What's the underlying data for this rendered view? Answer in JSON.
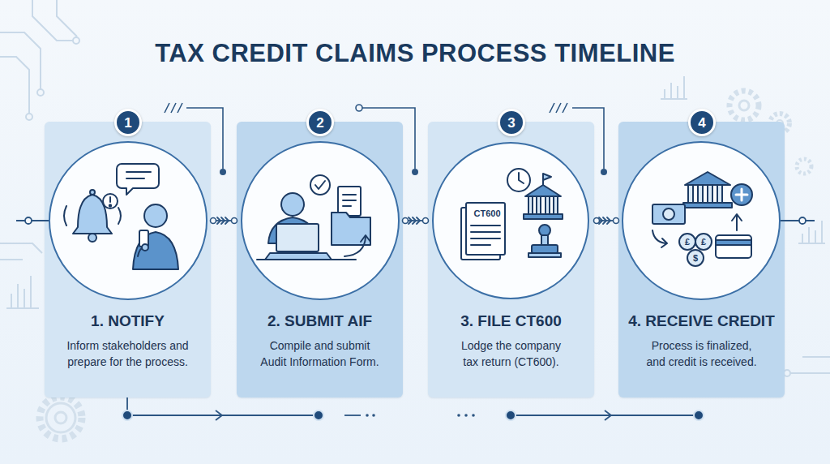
{
  "diagram": {
    "title": "TAX CREDIT CLAIMS PROCESS TIMELINE",
    "nodes": [
      {
        "text": [
          "1. NOTIFY",
          "Inform stakeholders and prepare for the process."
        ]
      },
      {
        "text": [
          "1"
        ],
        "in": 0
      },
      {
        "text": [
          "2. SUBMIT AIF",
          "Compile and submit Audit Information Form."
        ]
      },
      {
        "text": [
          "2"
        ],
        "in": 2
      },
      {
        "text": [
          "3. FILE CT600",
          "Lodge the company tax return (CT600)."
        ]
      },
      {
        "text": [
          "3"
        ],
        "in": 4
      },
      {
        "text": [
          "CT600"
        ],
        "in": 4
      },
      {
        "text": [
          "4. RECEIVE CREDIT",
          "Process is finalized, and credit is received."
        ]
      },
      {
        "text": [
          "4"
        ],
        "in": 7
      }
    ],
    "edges": [
      {
        "from": 0,
        "to": 2,
        "arrow": "to"
      },
      {
        "from": 2,
        "to": 4,
        "arrow": "to"
      },
      {
        "from": 4,
        "to": 7,
        "arrow": "to"
      }
    ],
    "labels": [
      "£",
      "£",
      "$"
    ]
  }
}
